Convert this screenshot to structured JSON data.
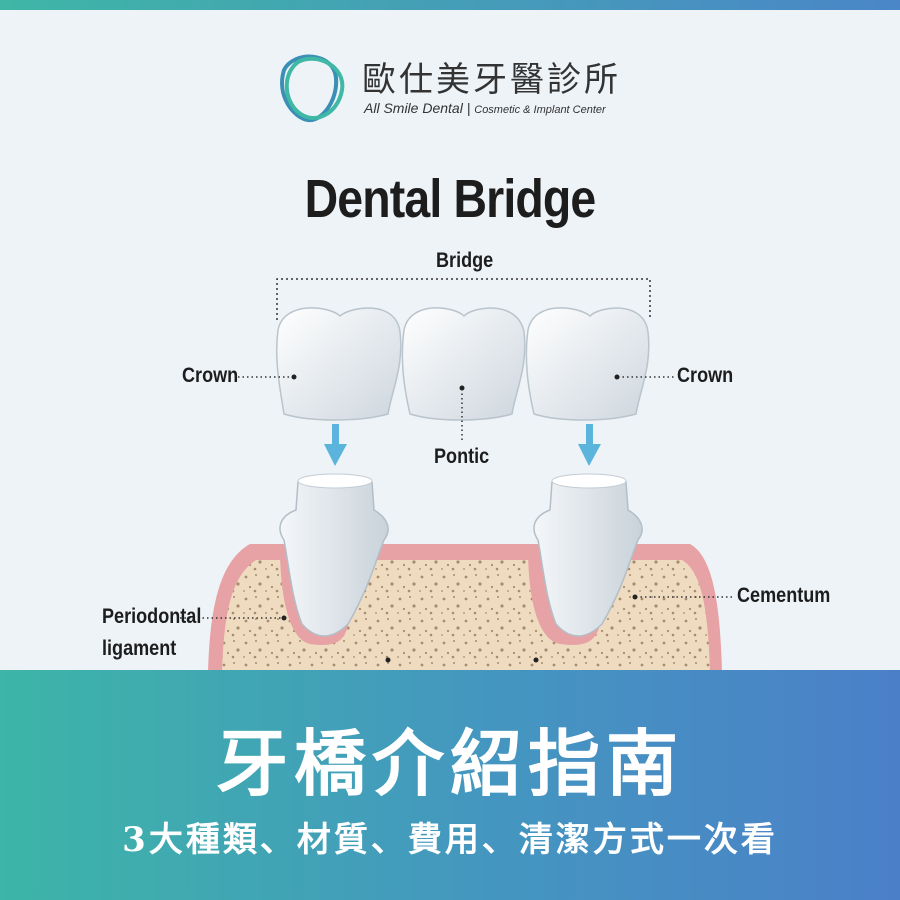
{
  "brand": {
    "name_zh": "歐仕美牙醫診所",
    "name_en": "All Smile Dental",
    "tagline": "Cosmetic & Implant Center"
  },
  "diagram": {
    "title": "Dental Bridge",
    "labels": {
      "bridge": "Bridge",
      "crown_left": "Crown",
      "crown_right": "Crown",
      "pontic": "Pontic",
      "cementum": "Cementum",
      "periodontal": "Periodontal",
      "ligament": "ligament"
    }
  },
  "banner": {
    "title": "牙橋介紹指南",
    "subtitle": "3大種類、材質、費用、清潔方式一次看"
  },
  "colors": {
    "accent_teal": "#3db5a7",
    "accent_blue": "#4b80c8",
    "gum_pink": "#e7a2a6",
    "bone": "#efdcc0",
    "arrow": "#5ab4dc"
  }
}
